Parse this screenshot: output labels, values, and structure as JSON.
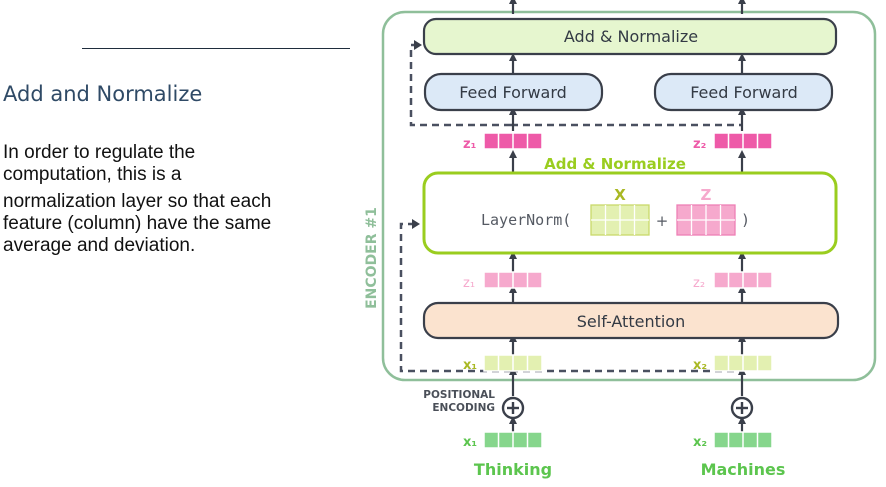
{
  "slide": {
    "heading": "Add and Normalize",
    "body_lines": [
      "In order to regulate the",
      "computation, this is a",
      "normalization layer so that each",
      "feature (column) have the same",
      "average and deviation."
    ]
  },
  "diagram": {
    "encoder_label": "ENCODER #1",
    "add_normalize_top": "Add & Normalize",
    "feed_forward_left": "Feed Forward",
    "feed_forward_right": "Feed Forward",
    "add_normalize_mid": "Add & Normalize",
    "layernorm_prefix": "LayerNorm(",
    "layernorm_plus": "+",
    "layernorm_suffix": ")",
    "x_label": "X",
    "z_label": "Z",
    "self_attention": "Self-Attention",
    "z1": "z₁",
    "z2": "z₂",
    "x1": "x₁",
    "x2": "x₂",
    "positional_line1": "POSITIONAL",
    "positional_line2": "ENCODING",
    "word1": "Thinking",
    "word2": "Machines",
    "colors": {
      "encoder_border": "#8fbf9a",
      "add_norm_fill": "#e6f6cf",
      "layernorm_border": "#9acd1f",
      "ff_fill": "#dce9f7",
      "sa_fill": "#fbe3cf",
      "z_strong": "#ee5aa8",
      "z_light": "#f6a9cd",
      "x_light": "#e3f0b1",
      "x_strong": "#86d68c",
      "green_text": "#5cc54e",
      "olive_text": "#a9b823"
    }
  }
}
